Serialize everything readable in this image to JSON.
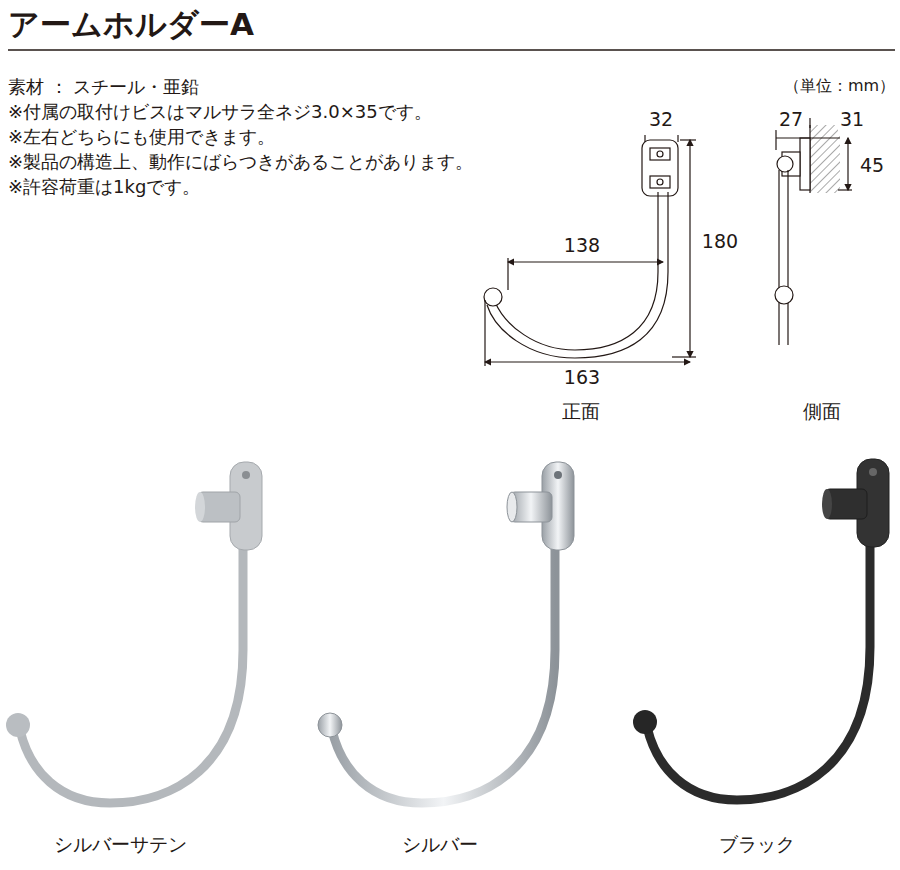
{
  "diagram": {
    "title": "アームホルダーA",
    "labels": [
      "素材 ： スチール・亜鉛",
      "※付属の取付けビスはマルサラ全ネジ3.0×35です。",
      "※左右どちらにも使用できます。",
      "※製品の構造上、動作にばらつきがあることがあります。",
      "※許容荷重は1kgです。",
      "（単位：mm）",
      "32",
      "138",
      "180",
      "163",
      "正面",
      "27",
      "31",
      "45",
      "側面",
      "シルバーサテン",
      "シルバー",
      "ブラック"
    ]
  }
}
